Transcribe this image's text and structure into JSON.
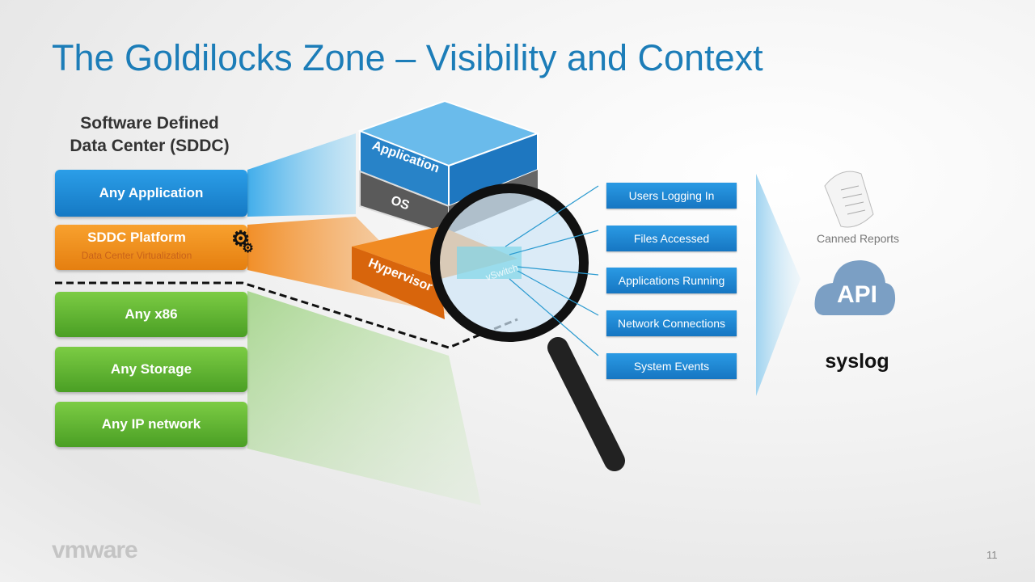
{
  "slide": {
    "title": "The Goldilocks Zone – Visibility and Context",
    "page_number": "11",
    "logo": "vmware"
  },
  "sddc": {
    "title": "Software Defined Data Center (SDDC)",
    "title_line1": "Software Defined",
    "title_line2": "Data Center (SDDC)",
    "any_application": "Any Application",
    "platform": "SDDC Platform",
    "platform_sub": "Data Center Virtualization",
    "any_x86": "Any x86",
    "any_storage": "Any Storage",
    "any_ip": "Any IP network"
  },
  "stack": {
    "application": "Application",
    "os": "OS",
    "hypervisor": "Hypervisor",
    "vswitch": "vSwitch"
  },
  "events": [
    "Users Logging In",
    "Files Accessed",
    "Applications Running",
    "Network Connections",
    "System Events"
  ],
  "outputs": {
    "canned_reports": "Canned Reports",
    "api": "API",
    "syslog": "syslog"
  },
  "colors": {
    "title": "#1c7db8",
    "blue": "#1a85d0",
    "orange": "#f0901e",
    "green": "#5fb533"
  }
}
